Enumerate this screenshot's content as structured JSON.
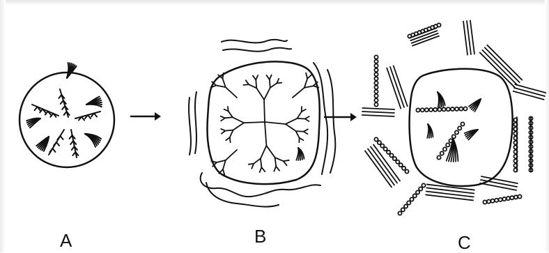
{
  "labels": {
    "a": "A",
    "b": "B",
    "c": "C"
  },
  "colors": {
    "ink": "#111111",
    "background": "#ffffff"
  },
  "icons": [
    "arrow-right-icon",
    "arrow-right-icon"
  ]
}
